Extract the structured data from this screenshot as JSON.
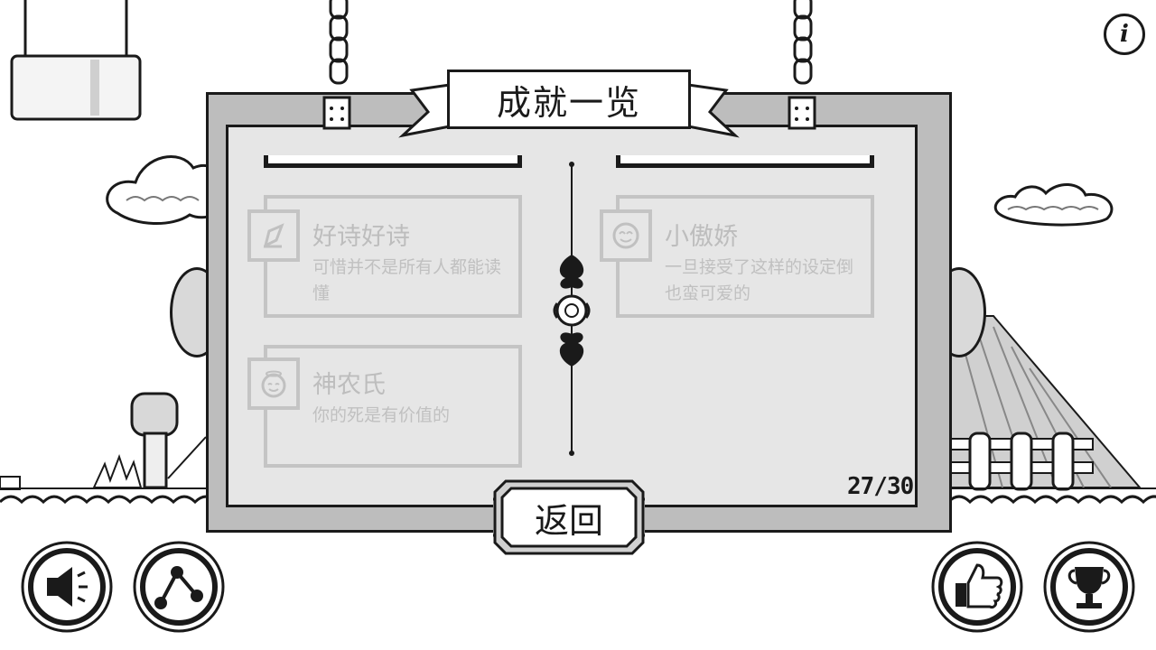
{
  "title": "成就一览",
  "achievements": [
    {
      "name": "好诗好诗",
      "desc": "可惜并不是所有人都能读懂",
      "icon": "quill-icon"
    },
    {
      "name": "小傲娇",
      "desc": "一旦接受了这样的设定倒也蛮可爱的",
      "icon": "smile-face-icon"
    },
    {
      "name": "神农氏",
      "desc": "你的死是有价值的",
      "icon": "halo-face-icon"
    }
  ],
  "counter": "27/30",
  "back_label": "返回",
  "info_label": "i",
  "bottom_buttons": [
    "sound-icon",
    "share-icon",
    "thumbs-up-icon",
    "trophy-icon"
  ],
  "colors": {
    "ink": "#1a1a1a",
    "board": "#bdbdbd",
    "panel": "#e6e6e6",
    "locked": "#c4c4c4"
  }
}
